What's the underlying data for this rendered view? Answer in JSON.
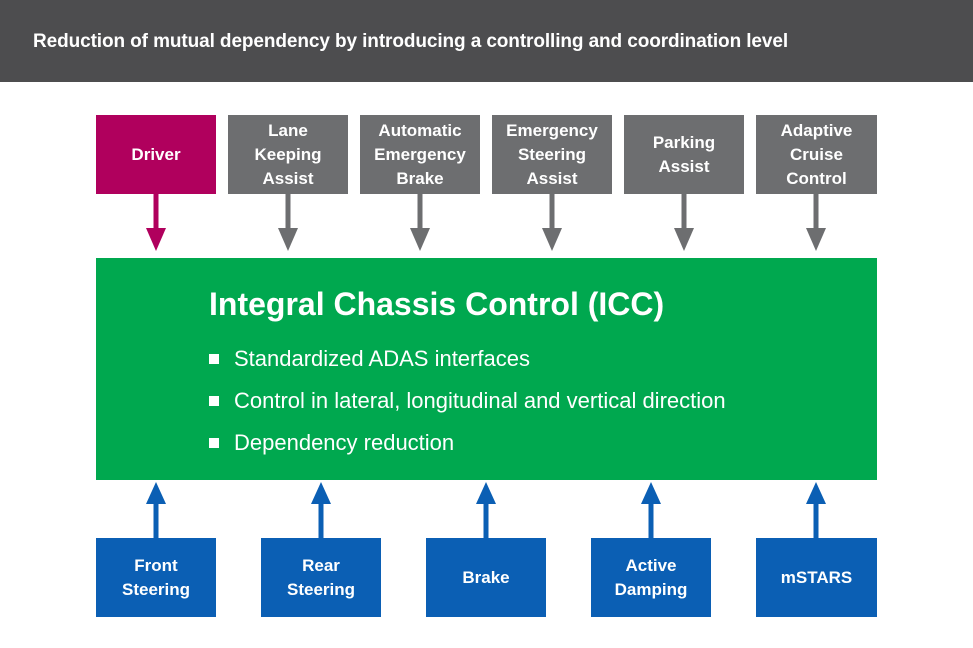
{
  "header": {
    "title": "Reduction of mutual dependency by introducing a controlling and coordination level"
  },
  "inputs": [
    {
      "label": "Driver",
      "color": "#b0005d"
    },
    {
      "label": "Lane\nKeeping\nAssist",
      "color": "#6d6e70"
    },
    {
      "label": "Automatic\nEmergency\nBrake",
      "color": "#6d6e70"
    },
    {
      "label": "Emergency\nSteering\nAssist",
      "color": "#6d6e70"
    },
    {
      "label": "Parking\nAssist",
      "color": "#6d6e70"
    },
    {
      "label": "Adaptive\nCruise\nControl",
      "color": "#6d6e70"
    }
  ],
  "icc": {
    "title": "Integral Chassis Control (ICC)",
    "bullets": [
      "Standardized ADAS interfaces",
      "Control in lateral, longitudinal and vertical direction",
      "Dependency reduction"
    ],
    "color": "#00a84f"
  },
  "outputs": [
    {
      "label": "Front\nSteering",
      "color": "#0b5fb4"
    },
    {
      "label": "Rear\nSteering",
      "color": "#0b5fb4"
    },
    {
      "label": "Brake",
      "color": "#0b5fb4"
    },
    {
      "label": "Active\nDamping",
      "color": "#0b5fb4"
    },
    {
      "label": "mSTARS",
      "color": "#0b5fb4"
    }
  ]
}
